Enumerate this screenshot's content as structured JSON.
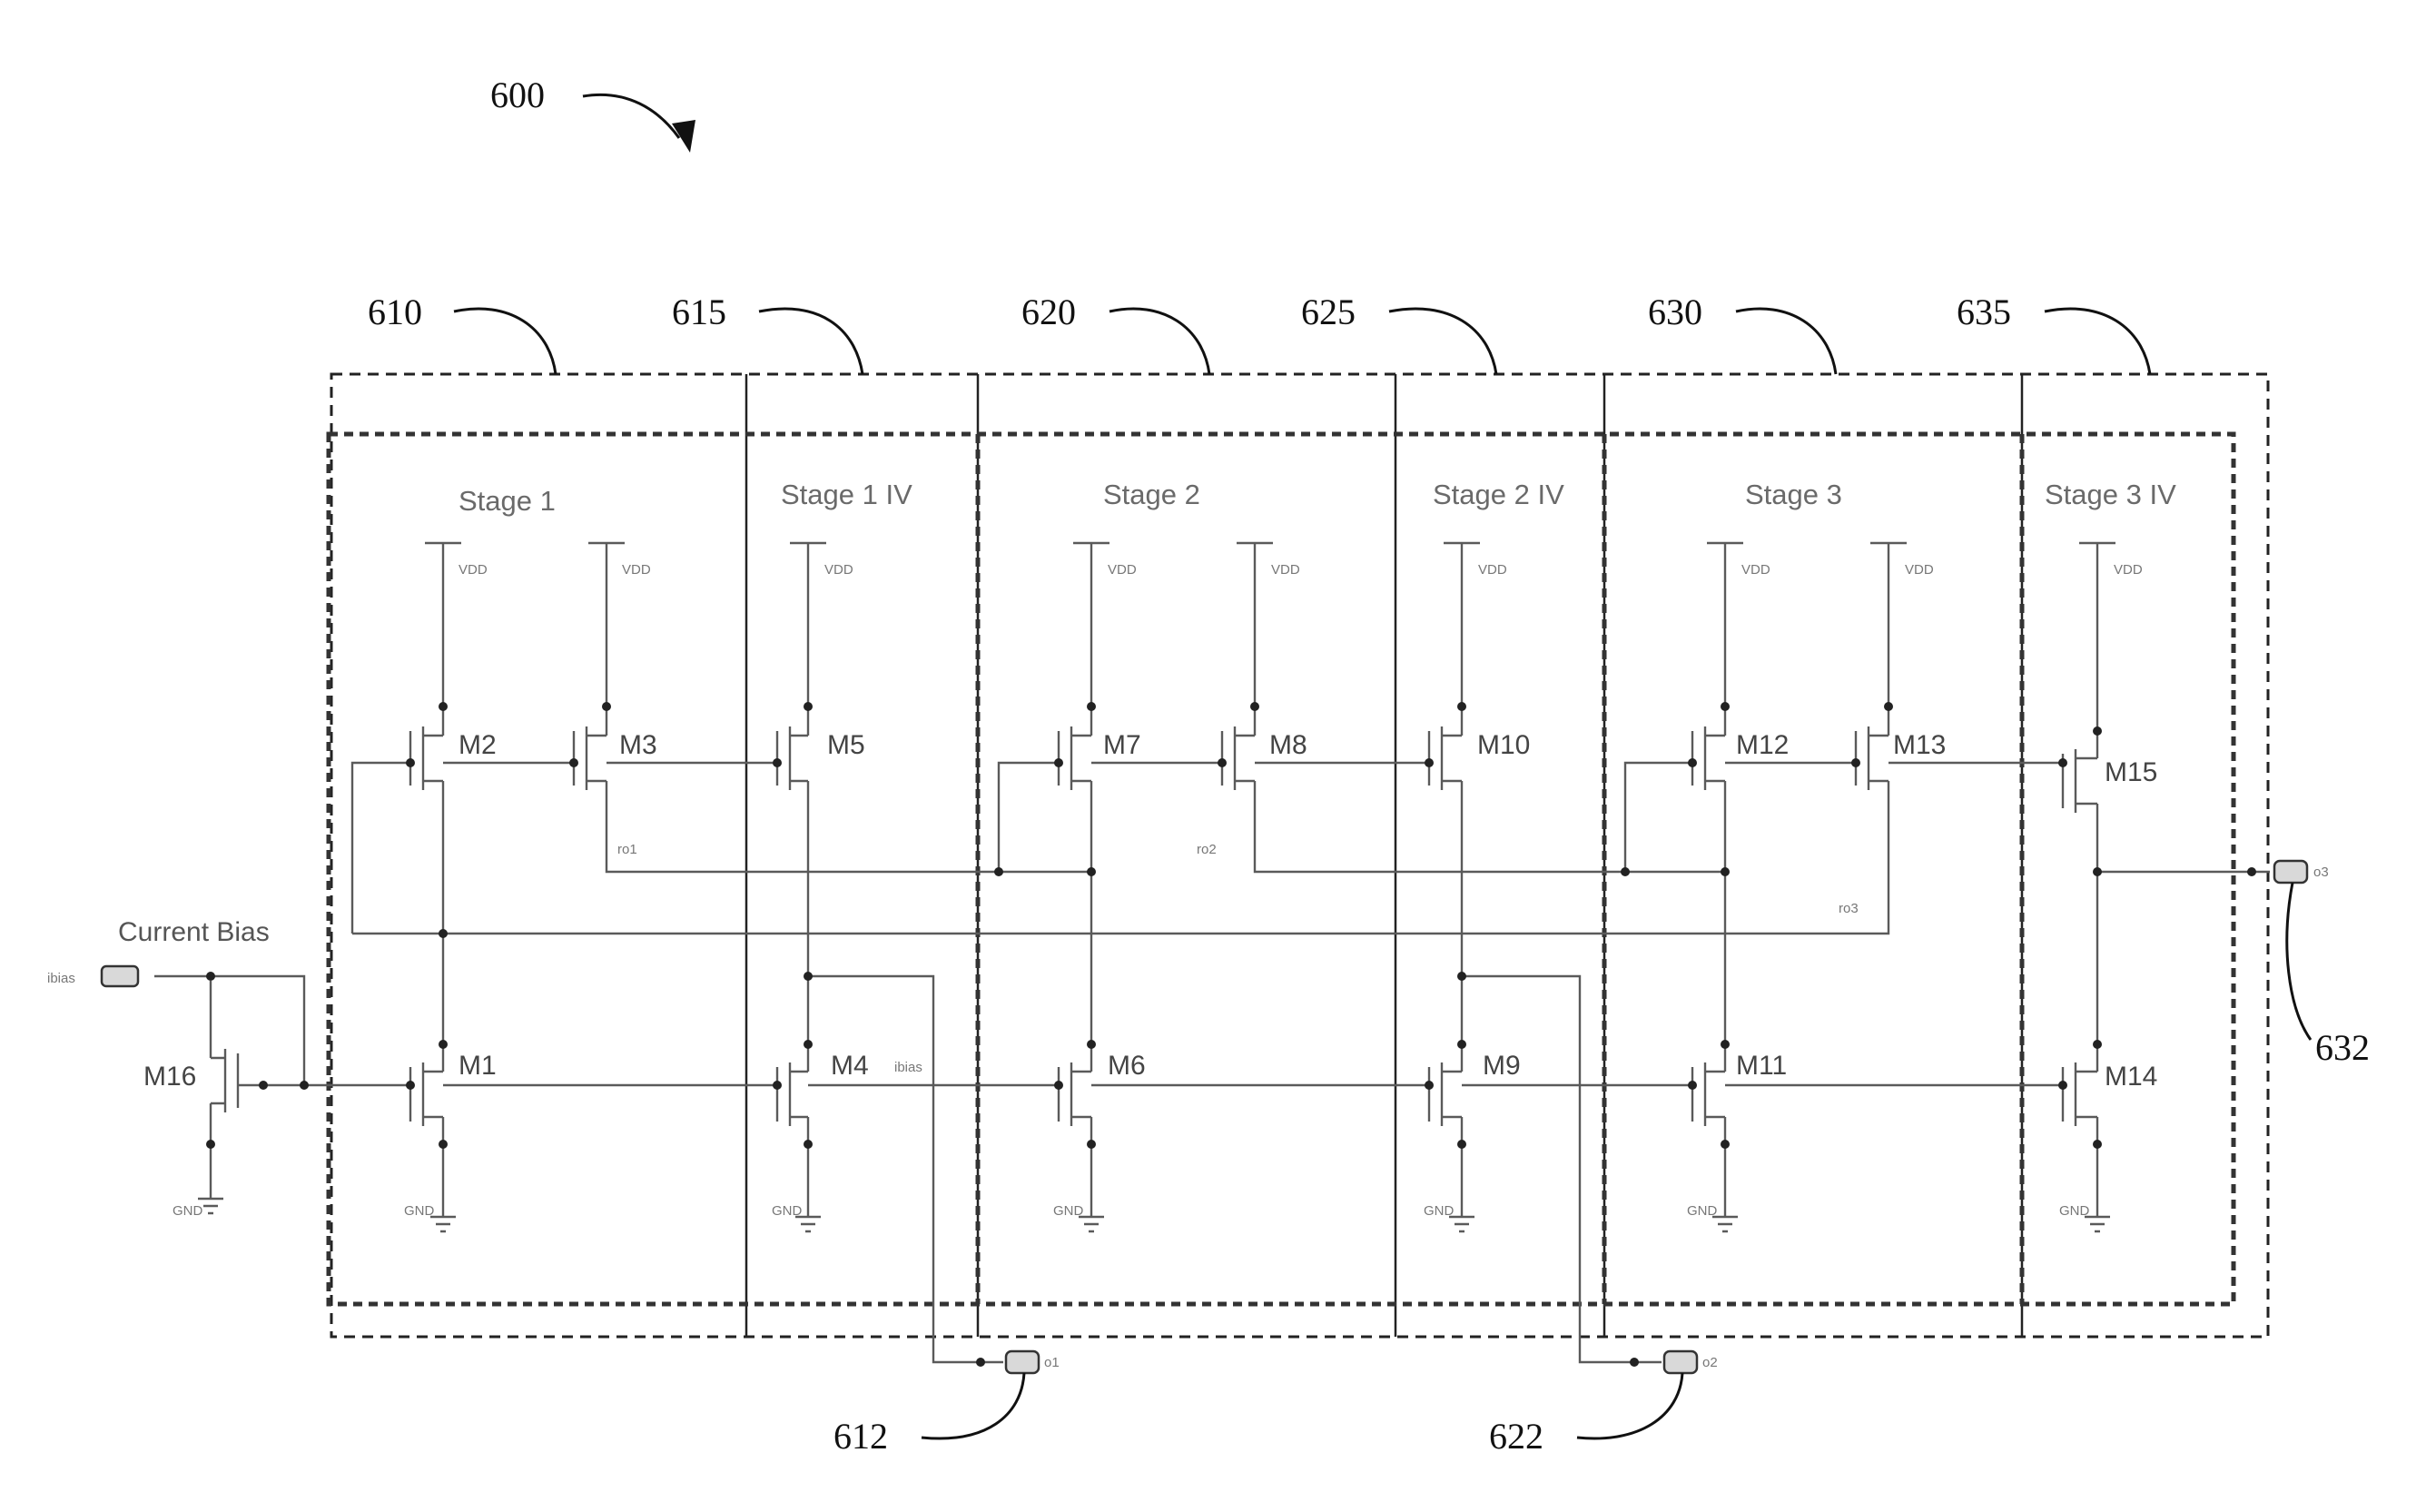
{
  "figure_number": "600",
  "references": {
    "r610": "610",
    "r615": "615",
    "r620": "620",
    "r625": "625",
    "r630": "630",
    "r635": "635",
    "r612": "612",
    "r622": "622",
    "r632": "632"
  },
  "stages": {
    "s1": "Stage 1",
    "s1iv": "Stage 1 IV",
    "s2": "Stage 2",
    "s2iv": "Stage 2 IV",
    "s3": "Stage 3",
    "s3iv": "Stage 3 IV"
  },
  "current_bias_label": "Current Bias",
  "devices": {
    "m1": "M1",
    "m2": "M2",
    "m3": "M3",
    "m4": "M4",
    "m5": "M5",
    "m6": "M6",
    "m7": "M7",
    "m8": "M8",
    "m9": "M9",
    "m10": "M10",
    "m11": "M11",
    "m12": "M12",
    "m13": "M13",
    "m14": "M14",
    "m15": "M15",
    "m16": "M16"
  },
  "small_labels": {
    "vdd": "VDD",
    "gnd": "GND",
    "ibias": "ibias",
    "ro1": "ro1",
    "ro2": "ro2",
    "ro3": "ro3",
    "o1": "o1",
    "o2": "o2",
    "o3": "o3"
  }
}
